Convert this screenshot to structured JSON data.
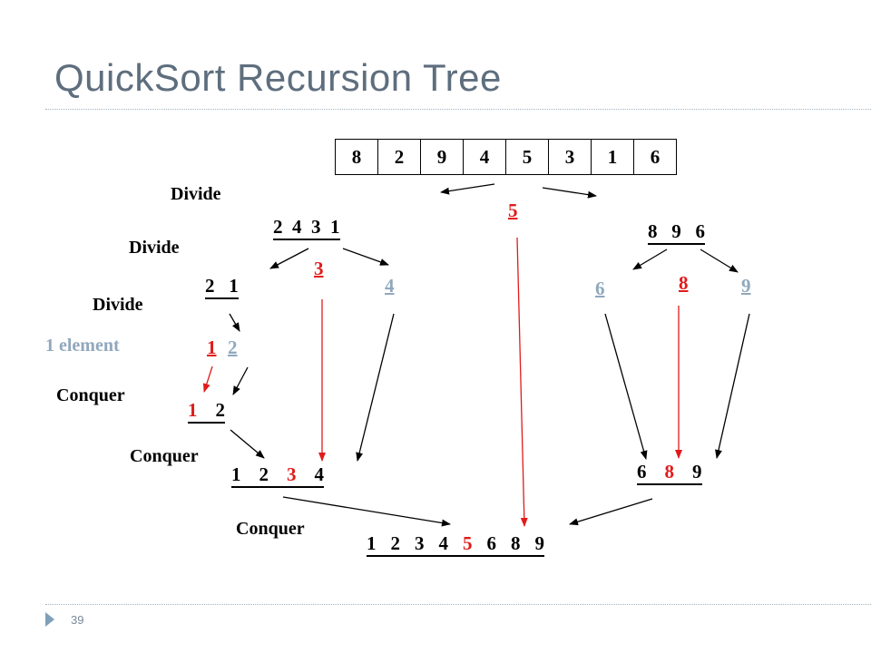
{
  "slide": {
    "title": "QuickSort Recursion Tree",
    "page_number": "39"
  },
  "input_array": [
    "8",
    "2",
    "9",
    "4",
    "5",
    "3",
    "1",
    "6"
  ],
  "labels": {
    "divide_1": "Divide",
    "divide_2": "Divide",
    "divide_3": "Divide",
    "one_element": "1 element",
    "conquer_1": "Conquer",
    "conquer_2": "Conquer",
    "conquer_3": "Conquer"
  },
  "pivots": {
    "root": "5",
    "left": "3",
    "right": "8",
    "left_left": "1"
  },
  "subarrays": {
    "left": "2  4  3  1",
    "right": "8   9   6",
    "left_left": "2   1",
    "left_right": "4",
    "right_left": "6",
    "right_right": "9",
    "leaf_two": "2"
  },
  "merged": {
    "level1": [
      "1",
      "2"
    ],
    "level2": [
      "1",
      "2",
      "3",
      "4"
    ],
    "right": [
      "6",
      "8",
      "9"
    ],
    "final": [
      "1",
      "2",
      "3",
      "4",
      "5",
      "6",
      "8",
      "9"
    ]
  },
  "colors": {
    "pivot": "#e11b1b",
    "single_element": "#90a8bc",
    "title": "#5e6e7e"
  }
}
